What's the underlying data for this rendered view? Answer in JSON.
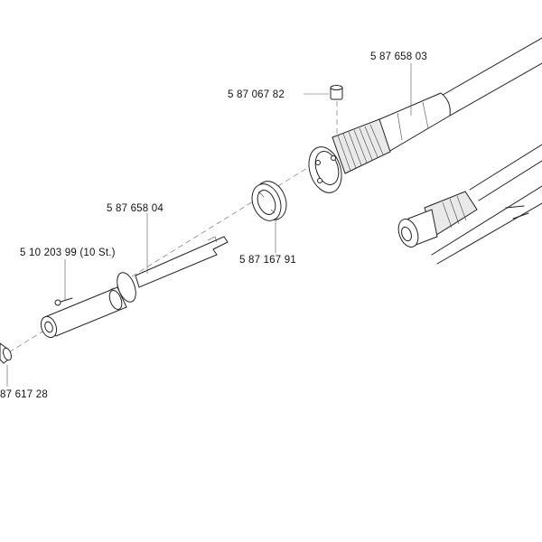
{
  "diagram": {
    "parts": [
      {
        "id": "handle",
        "label": "5  87  658  03"
      },
      {
        "id": "pin",
        "label": "5  87  067  82"
      },
      {
        "id": "heater",
        "label": "5  87  658  04"
      },
      {
        "id": "screw",
        "label": "5  10  203  99  (10  St.)"
      },
      {
        "id": "nut",
        "label": "5  87  167  91"
      },
      {
        "id": "tip",
        "label": "87  617  28"
      }
    ]
  }
}
